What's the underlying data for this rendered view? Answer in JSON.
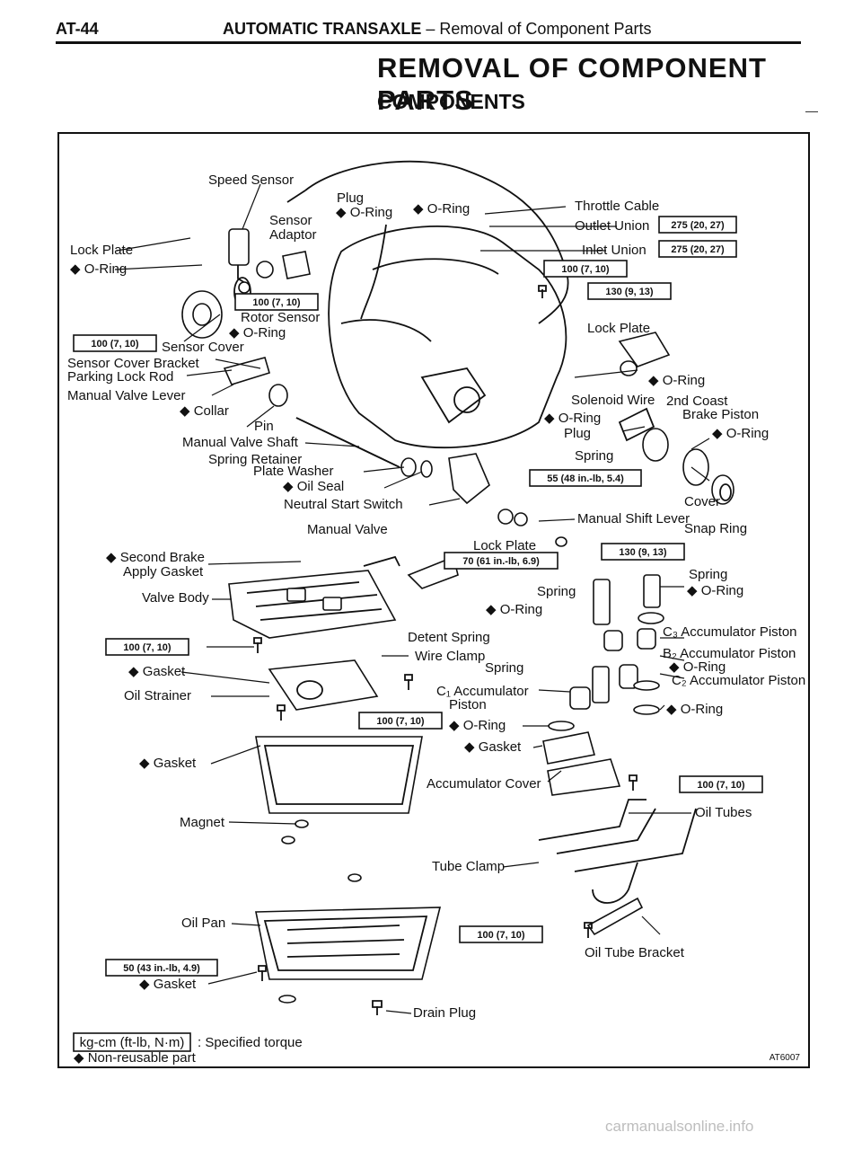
{
  "header": {
    "page_number": "AT-44",
    "section": "AUTOMATIC TRANSAXLE",
    "separator": " – ",
    "topic": "Removal of Component Parts"
  },
  "title": "REMOVAL OF COMPONENT PARTS",
  "subtitle": "COMPONENTS",
  "figure_code": "AT6007",
  "labels": {
    "speed_sensor": "Speed Sensor",
    "plug": "Plug",
    "oring_top1": "◆ O-Ring",
    "oring_top2": "◆ O-Ring",
    "throttle_cable": "Throttle Cable",
    "sensor_adaptor_1": "Sensor",
    "sensor_adaptor_2": "Adaptor",
    "outlet_union": "Outlet Union",
    "inlet_union": "Inlet Union",
    "lock_plate_left": "Lock Plate",
    "oring_left": "◆ O-Ring",
    "rotor_sensor": "Rotor Sensor",
    "oring_rotor": "◆ O-Ring",
    "sensor_cover": "Sensor Cover",
    "lock_plate_right": "Lock Plate",
    "sensor_cover_bracket": "Sensor Cover Bracket",
    "parking_lock_rod": "Parking Lock Rod",
    "oring_solenoid": "◆ O-Ring",
    "manual_valve_lever": "Manual Valve Lever",
    "solenoid_wire": "Solenoid Wire",
    "second_coast_1": "2nd Coast",
    "second_coast_2": "Brake Piston",
    "collar": "◆ Collar",
    "pin": "Pin",
    "oring_plug": "◆ O-Ring",
    "manual_valve_shaft": "Manual Valve Shaft",
    "plug_mid": "Plug",
    "oring_brake": "◆ O-Ring",
    "spring_retainer": "Spring Retainer",
    "spring_right": "Spring",
    "plate_washer": "Plate Washer",
    "oil_seal": "◆ Oil Seal",
    "neutral_start_switch": "Neutral Start Switch",
    "cover": "Cover",
    "manual_shift_lever": "Manual Shift Lever",
    "snap_ring": "Snap Ring",
    "manual_valve": "Manual Valve",
    "lock_plate_mid": "Lock Plate",
    "second_brake_1": "◆ Second Brake",
    "second_brake_2": "Apply Gasket",
    "spring_c3": "Spring",
    "valve_body": "Valve Body",
    "spring_mid": "Spring",
    "oring_c3": "◆ O-Ring",
    "oring_mid": "◆ O-Ring",
    "c3_piston": "C₃ Accumulator Piston",
    "detent_spring": "Detent Spring",
    "b2_piston": "B₂ Accumulator Piston",
    "wire_clamp": "Wire Clamp",
    "oring_b2": "◆ O-Ring",
    "gasket_vb": "◆ Gasket",
    "spring_low": "Spring",
    "c2_piston": "C₂ Accumulator Piston",
    "oil_strainer": "Oil Strainer",
    "c1_piston_1": "C₁ Accumulator",
    "c1_piston_2": "Piston",
    "oring_c2": "◆ O-Ring",
    "oring_c1": "◆ O-Ring",
    "gasket_acc": "◆ Gasket",
    "gasket_pan": "◆ Gasket",
    "accumulator_cover": "Accumulator Cover",
    "magnet": "Magnet",
    "oil_tubes": "Oil Tubes",
    "tube_clamp": "Tube Clamp",
    "oil_pan": "Oil Pan",
    "oil_tube_bracket": "Oil Tube Bracket",
    "gasket_drain": "◆ Gasket",
    "drain_plug": "Drain Plug"
  },
  "torques": {
    "outlet_union": "275 (20, 27)",
    "inlet_union": "275 (20, 27)",
    "union_bolt": "100 (7, 10)",
    "solenoid_bolt": "130 (9, 13)",
    "rotor_bolt": "100 (7, 10)",
    "sensor_bolt": "100 (7, 10)",
    "switch_bolt": "55 (48 in.-lb, 5.4)",
    "shift_lever_nut": "130 (9, 13)",
    "lock_plate_nut": "70 (61 in.-lb, 6.9)",
    "valve_body_bolt": "100 (7, 10)",
    "strainer_bolt": "100 (7, 10)",
    "acc_cover_bolt": "100 (7, 10)",
    "bracket_bolt": "100 (7, 10)",
    "oil_pan_bolt": "50 (43 in.-lb, 4.9)"
  },
  "legend": {
    "torque_unit": "kg-cm (ft-lb, N·m)",
    "torque_desc": ": Specified torque",
    "nonreusable": "◆ Non-reusable part"
  },
  "watermark": "carmanualsonline.info"
}
